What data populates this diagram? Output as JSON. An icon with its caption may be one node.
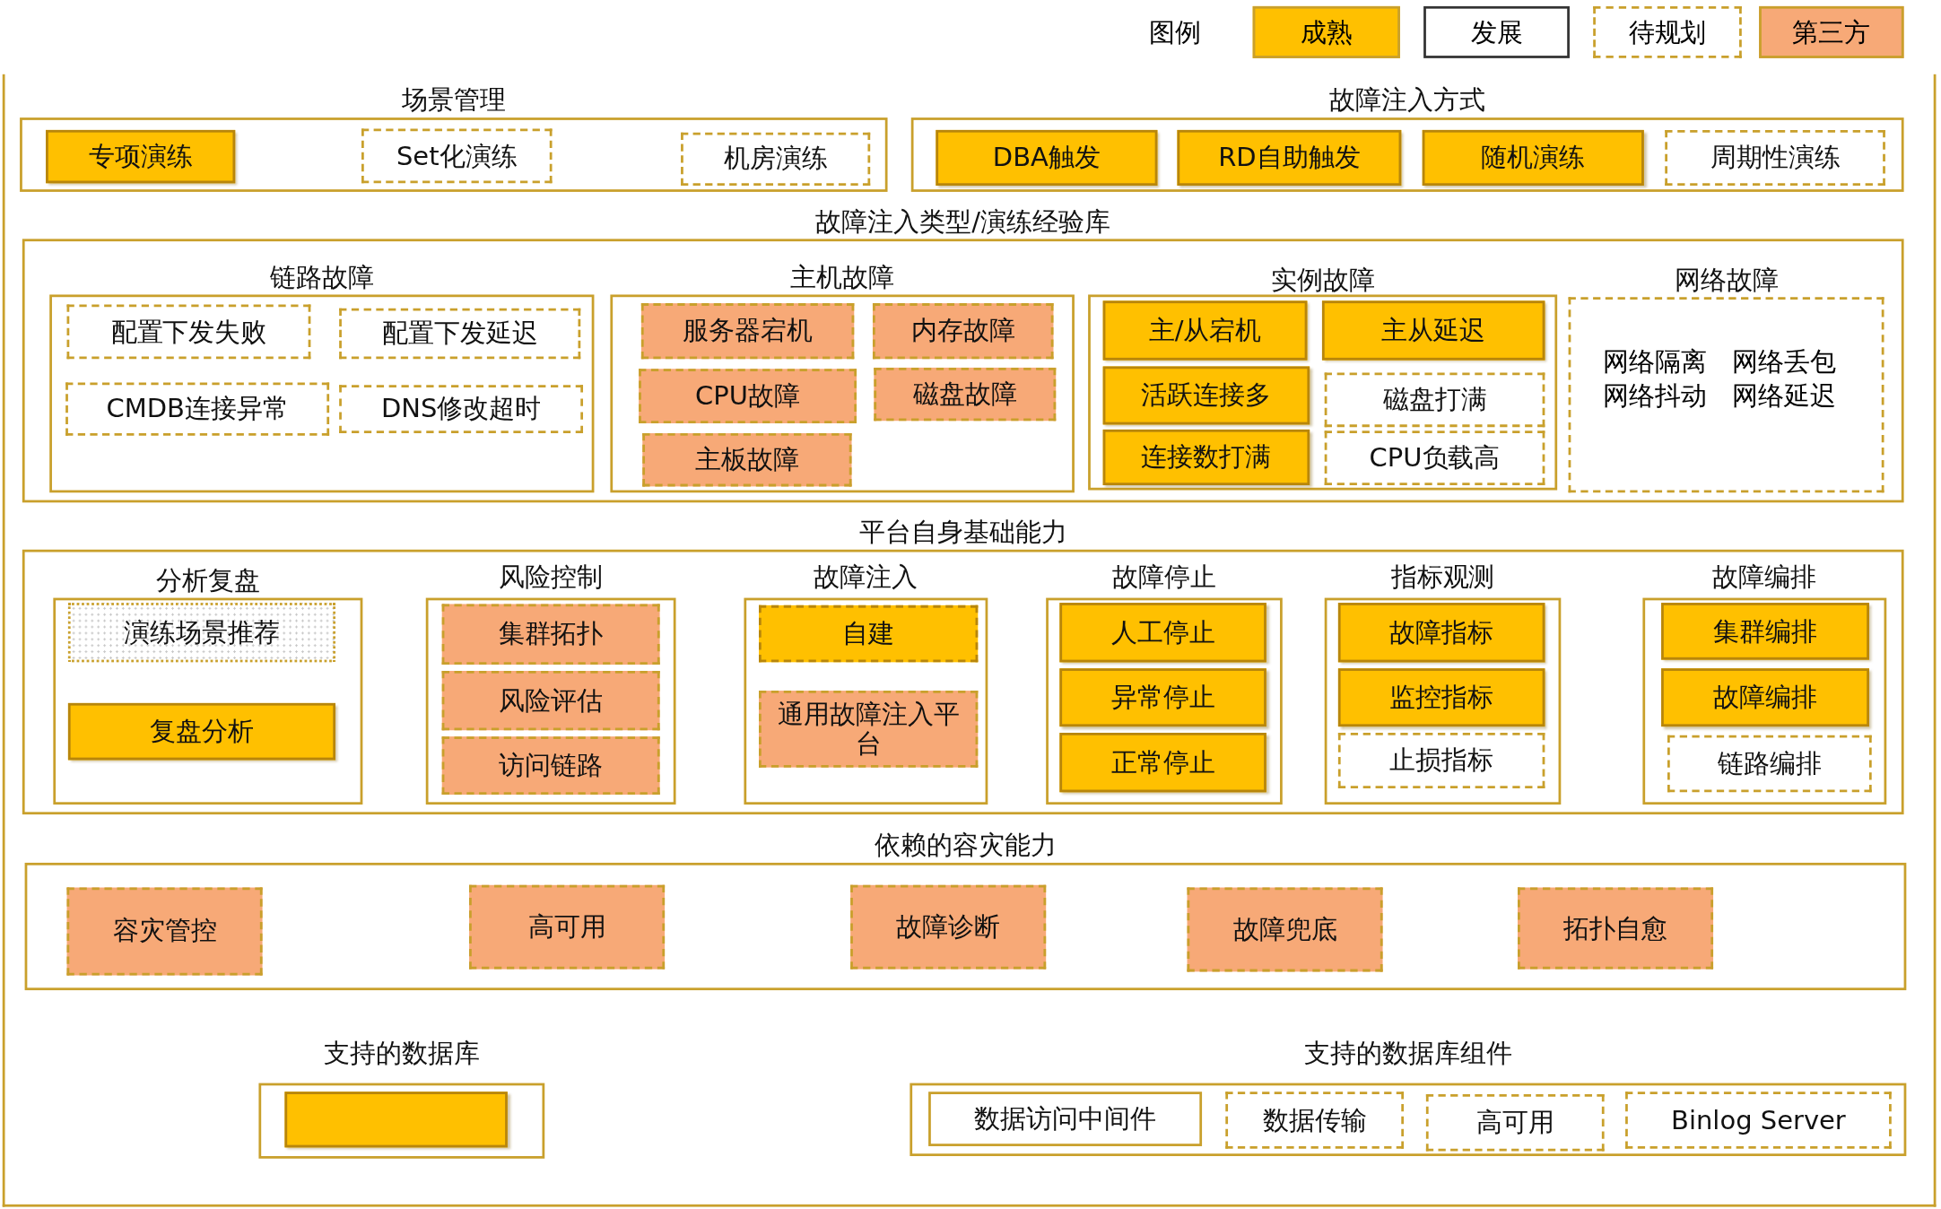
{
  "diagram": {
    "nodes": [
      {
        "text": [
          "场景管理"
        ]
      },
      {
        "text": [
          "专项演练"
        ],
        "in": 0
      },
      {
        "text": [
          "Set化演练"
        ],
        "in": 0
      },
      {
        "text": [
          "机房演练"
        ],
        "in": 0
      },
      {
        "text": [
          "故障注入方式"
        ]
      },
      {
        "text": [
          "DBA触发"
        ],
        "in": 4
      },
      {
        "text": [
          "RD自助触发"
        ],
        "in": 4
      },
      {
        "text": [
          "随机演练"
        ],
        "in": 4
      },
      {
        "text": [
          "周期性演练"
        ],
        "in": 4
      },
      {
        "text": [
          "故障注入类型/演练经验库"
        ]
      },
      {
        "text": [
          "链路故障"
        ],
        "in": 9
      },
      {
        "text": [
          "配置下发失败"
        ],
        "in": 10
      },
      {
        "text": [
          "配置下发延迟"
        ],
        "in": 10
      },
      {
        "text": [
          "CMDB连接异常"
        ],
        "in": 10
      },
      {
        "text": [
          "DNS修改超时"
        ],
        "in": 10
      },
      {
        "text": [
          "主机故障"
        ],
        "in": 9
      },
      {
        "text": [
          "服务器宕机"
        ],
        "in": 15
      },
      {
        "text": [
          "内存故障"
        ],
        "in": 15
      },
      {
        "text": [
          "CPU故障"
        ],
        "in": 15
      },
      {
        "text": [
          "磁盘故障"
        ],
        "in": 15
      },
      {
        "text": [
          "主板故障"
        ],
        "in": 15
      },
      {
        "text": [
          "实例故障"
        ],
        "in": 9
      },
      {
        "text": [
          "主/从宕机"
        ],
        "in": 21
      },
      {
        "text": [
          "主从延迟"
        ],
        "in": 21
      },
      {
        "text": [
          "活跃连接多"
        ],
        "in": 21
      },
      {
        "text": [
          "磁盘打满"
        ],
        "in": 21
      },
      {
        "text": [
          "连接数打满"
        ],
        "in": 21
      },
      {
        "text": [
          "CPU负载高"
        ],
        "in": 21
      },
      {
        "text": [
          "网络故障",
          "网络隔离",
          "网络丢包",
          "网络抖动",
          "网络延迟"
        ],
        "in": 9
      },
      {
        "text": [
          "平台自身基础能力"
        ]
      },
      {
        "text": [
          "分析复盘"
        ],
        "in": 29
      },
      {
        "text": [
          "演练场景推荐"
        ],
        "in": 30
      },
      {
        "text": [
          "复盘分析"
        ],
        "in": 30
      },
      {
        "text": [
          "风险控制"
        ],
        "in": 29
      },
      {
        "text": [
          "集群拓扑"
        ],
        "in": 33
      },
      {
        "text": [
          "风险评估"
        ],
        "in": 33
      },
      {
        "text": [
          "访问链路"
        ],
        "in": 33
      },
      {
        "text": [
          "故障注入"
        ],
        "in": 29
      },
      {
        "text": [
          "自建"
        ],
        "in": 37
      },
      {
        "text": [
          "通用故障注入平台"
        ],
        "in": 37
      },
      {
        "text": [
          "故障停止"
        ],
        "in": 29
      },
      {
        "text": [
          "人工停止"
        ],
        "in": 40
      },
      {
        "text": [
          "异常停止"
        ],
        "in": 40
      },
      {
        "text": [
          "正常停止"
        ],
        "in": 40
      },
      {
        "text": [
          "指标观测"
        ],
        "in": 29
      },
      {
        "text": [
          "故障指标"
        ],
        "in": 44
      },
      {
        "text": [
          "监控指标"
        ],
        "in": 44
      },
      {
        "text": [
          "止损指标"
        ],
        "in": 44
      },
      {
        "text": [
          "故障编排"
        ],
        "in": 29
      },
      {
        "text": [
          "集群编排"
        ],
        "in": 48
      },
      {
        "text": [
          "故障编排"
        ],
        "in": 48
      },
      {
        "text": [
          "链路编排"
        ],
        "in": 48
      },
      {
        "text": [
          "依赖的容灾能力"
        ]
      },
      {
        "text": [
          "容灾管控"
        ],
        "in": 52
      },
      {
        "text": [
          "高可用"
        ],
        "in": 52
      },
      {
        "text": [
          "故障诊断"
        ],
        "in": 52
      },
      {
        "text": [
          "故障兜底"
        ],
        "in": 52
      },
      {
        "text": [
          "拓扑自愈"
        ],
        "in": 52
      },
      {
        "text": [
          "支持的数据库"
        ]
      },
      {
        "text": [],
        "shape": "box",
        "in": 58
      },
      {
        "text": [
          "支持的数据库组件"
        ]
      },
      {
        "text": [
          "数据访问中间件"
        ],
        "in": 60
      },
      {
        "text": [
          "数据传输"
        ],
        "in": 60
      },
      {
        "text": [
          "高可用"
        ],
        "in": 60
      },
      {
        "text": [
          "Binlog Server"
        ],
        "in": 60
      }
    ],
    "labels": [
      "图例"
    ],
    "legend": [
      {
        "text": "成熟",
        "color": "#ffc000"
      },
      {
        "text": "发展",
        "color": "#ffffff"
      },
      {
        "text": "待规划"
      },
      {
        "text": "第三方",
        "color": "#f7a977"
      }
    ]
  }
}
